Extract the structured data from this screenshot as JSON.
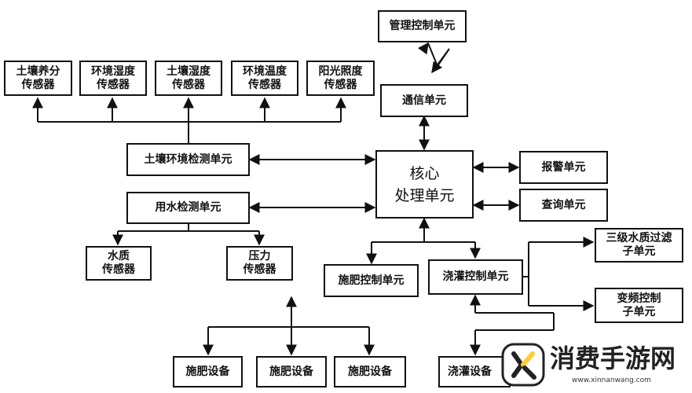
{
  "diagram": {
    "mgmt": "管理控制单元",
    "comm": "通信单元",
    "core": "核心\n处理单元",
    "alarm": "报警单元",
    "query": "查询单元",
    "soil_env": "土壤环境检测单元",
    "water_det": "用水检测单元",
    "s_nutrient": "土壤养分\n传感器",
    "s_env_humidity": "环境湿度\n传感器",
    "s_soil_humidity": "土壤湿度\n传感器",
    "s_env_temp": "环境温度\n传感器",
    "s_light": "阳光照度\n传感器",
    "s_water_quality": "水质\n传感器",
    "s_pressure": "压力\n传感器",
    "fert_ctrl": "施肥控制单元",
    "irr_ctrl": "浇灌控制单元",
    "filter": "三级水质过滤\n子单元",
    "vfd": "变频控制\n子单元",
    "fert_dev_1": "施肥设备",
    "fert_dev_2": "施肥设备",
    "fert_dev_3": "施肥设备",
    "irr_dev_1": "浇灌设备"
  },
  "watermark": {
    "name": "消费手游网",
    "url": "www.xinnanwang.com"
  }
}
